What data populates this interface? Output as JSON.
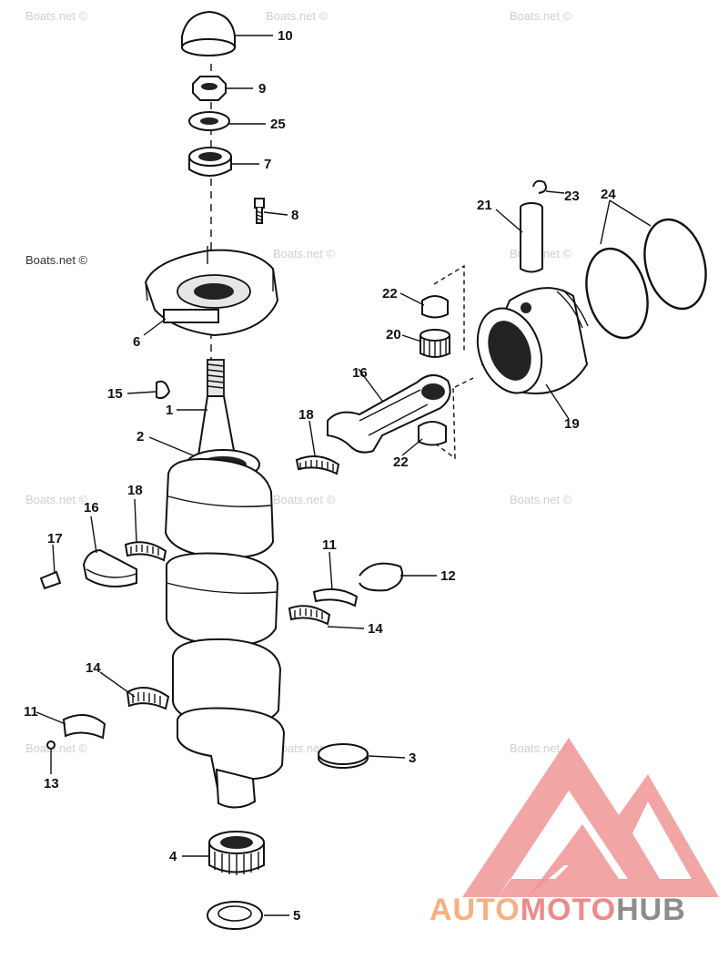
{
  "watermark": "Boats.net ©",
  "callouts": {
    "c10": "10",
    "c9": "9",
    "c25": "25",
    "c7": "7",
    "c8": "8",
    "c6": "6",
    "c15": "15",
    "c1": "1",
    "c2": "2",
    "c18a": "18",
    "c16a": "16",
    "c18b": "18",
    "c16b": "16",
    "c17": "17",
    "c21": "21",
    "c23": "23",
    "c24": "24",
    "c22a": "22",
    "c20": "20",
    "c22b": "22",
    "c19": "19",
    "c11a": "11",
    "c12": "12",
    "c14a": "14",
    "c14b": "14",
    "c11b": "11",
    "c13": "13",
    "c3": "3",
    "c4": "4",
    "c5": "5"
  },
  "logo": {
    "part1": "AUTO",
    "part2": "MOTO",
    "part3": "HUB",
    "colors": {
      "orange": "#f5b183",
      "pink": "#ef8a8a",
      "gray": "#8c8c8c"
    }
  }
}
